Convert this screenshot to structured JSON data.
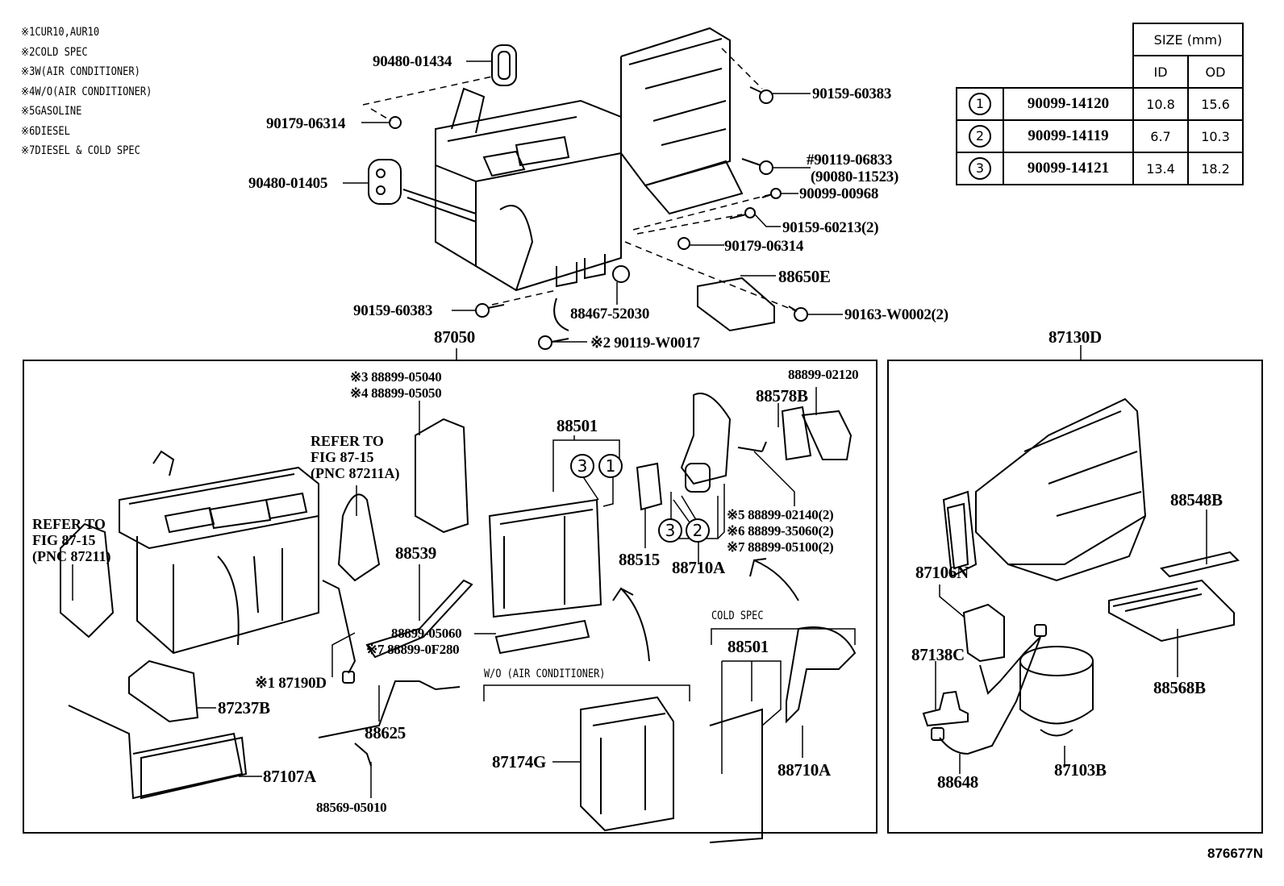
{
  "legend": [
    {
      "mark": "※1",
      "text": "CUR10,AUR10"
    },
    {
      "mark": "※2",
      "text": "COLD SPEC"
    },
    {
      "mark": "※3",
      "text": "W(AIR CONDITIONER)"
    },
    {
      "mark": "※4",
      "text": "W/O(AIR CONDITIONER)"
    },
    {
      "mark": "※5",
      "text": "GASOLINE"
    },
    {
      "mark": "※6",
      "text": "DIESEL"
    },
    {
      "mark": "※7",
      "text": "DIESEL & COLD SPEC"
    }
  ],
  "size_table": {
    "header": "SIZE (mm)",
    "col_id": "ID",
    "col_od": "OD",
    "rows": [
      {
        "ref": "1",
        "part": "90099-14120",
        "id": "10.8",
        "od": "15.6"
      },
      {
        "ref": "2",
        "part": "90099-14119",
        "id": "6.7",
        "od": "10.3"
      },
      {
        "ref": "3",
        "part": "90099-14121",
        "id": "13.4",
        "od": "18.2"
      }
    ]
  },
  "top_labels": {
    "p90480_01434": "90480-01434",
    "p90179_06314_left": "90179-06314",
    "p90480_01405": "90480-01405",
    "p90159_60383_right": "90159-60383",
    "p90119_06833": "#90119-06833",
    "p90080_11523": "(90080-11523)",
    "p90099_00968": "90099-00968",
    "p90159_60213": "90159-60213(2)",
    "p90179_06314_right": "90179-06314",
    "p88650E": "88650E",
    "p90163_W0002": "90163-W0002(2)",
    "p90159_60383_left": "90159-60383",
    "p88467_52030": "88467-52030",
    "p90119_W0017": "※2 90119-W0017"
  },
  "assembly_left": {
    "title": "87050",
    "refer_left": [
      "REFER TO",
      "FIG 87-15",
      "(PNC 87211)"
    ],
    "refer_right": [
      "REFER TO",
      "FIG 87-15",
      "(PNC 87211A)"
    ],
    "p88899_05040": "※3 88899-05040",
    "p88899_05050": "※4 88899-05050",
    "p88501": "88501",
    "p88539": "88539",
    "p88515": "88515",
    "p88710A": "88710A",
    "p88578B": "88578B",
    "p88899_02120": "88899-02120",
    "p88899_02140": "※5 88899-02140(2)",
    "p88899_35060": "※6 88899-35060(2)",
    "p88899_05100": "※7 88899-05100(2)",
    "p88899_05060": "88899-05060",
    "p88899_0F280": "※7 88899-0F280",
    "p87190D": "※1 87190D",
    "p87237B": "87237B",
    "p87107A": "87107A",
    "p88625": "88625",
    "p88569_05010": "88569-05010",
    "wo_ac_header": "W/O (AIR CONDITIONER)",
    "p87174G": "87174G",
    "cold_spec_header": "COLD SPEC",
    "cold_88501": "88501",
    "cold_88710A": "88710A",
    "circ_a": "3",
    "circ_b": "1",
    "circ_c": "3",
    "circ_d": "2"
  },
  "assembly_right": {
    "title": "87130D",
    "p88548B": "88548B",
    "p87106N": "87106N",
    "p87138C": "87138C",
    "p88568B": "88568B",
    "p88648": "88648",
    "p87103B": "87103B"
  },
  "illustration_id": "876677N"
}
